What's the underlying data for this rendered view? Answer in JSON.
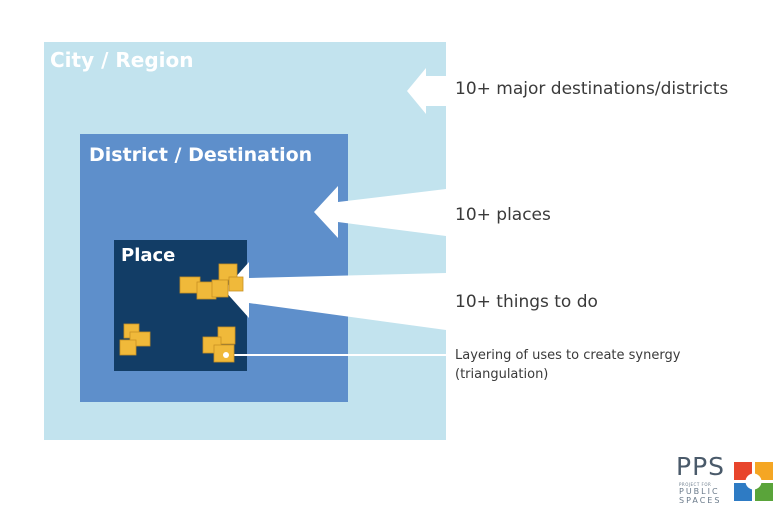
{
  "boxes": {
    "city": "City / Region",
    "district": "District / Destination",
    "place": "Place"
  },
  "labels": {
    "destinations": "10+ major destinations/districts",
    "places": "10+ places",
    "things": "10+ things to do",
    "layering_line1": "Layering of uses to create synergy",
    "layering_line2": "(triangulation)"
  },
  "logo": {
    "name": "PPS",
    "line1": "PROJECT FOR",
    "line2": "PUBLIC",
    "line3": "SPACES"
  },
  "colors": {
    "city": "#c2e3ee",
    "district": "#5e8fcb",
    "place": "#123d66",
    "blocks": "#f0b93a",
    "arrow": "#ffffff"
  }
}
